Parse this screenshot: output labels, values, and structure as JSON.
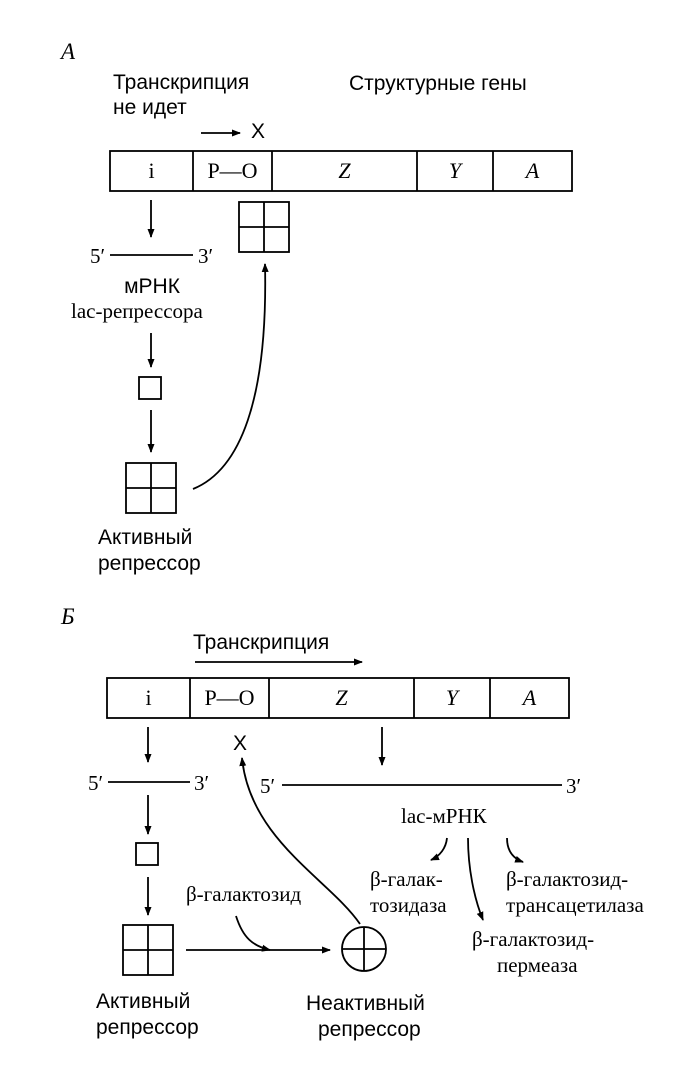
{
  "panel_a": {
    "letter": "А",
    "no_transcription": "Транскрипция не идет",
    "structural_genes": "Структурные гены",
    "operator_blocked": "X",
    "gene_cells": {
      "i": "i",
      "po": "P—O",
      "z": "Z",
      "y": "Y",
      "a": "A"
    },
    "mrna_5": "5′",
    "mrna_3": "3′",
    "mrna_label_1": "мРНК",
    "mrna_label_2": "lac-репрессора",
    "active_repressor_1": "Активный",
    "active_repressor_2": "репрессор"
  },
  "panel_b": {
    "letter": "Б",
    "transcription": "Транскрипция",
    "gene_cells": {
      "i": "i",
      "po": "P—O",
      "z": "Z",
      "y": "Y",
      "a": "A"
    },
    "operator_free": "X",
    "mrna_left_5": "5′",
    "mrna_left_3": "3′",
    "mrna_right_5": "5′",
    "mrna_right_3": "3′",
    "lac_mrna": "lac-мРНК",
    "inducer": "β-галактозид",
    "galactosidase_1": "β-галак-",
    "galactosidase_2": "тозидаза",
    "transacetylase_1": "β-галактозид-",
    "transacetylase_2": "трансацетилаза",
    "permease_1": "β-галактозид-",
    "permease_2": "пермеаза",
    "active_repressor_1": "Активный",
    "active_repressor_2": "репрессор",
    "inactive_repressor_1": "Неактивный",
    "inactive_repressor_2": "репрессор"
  }
}
